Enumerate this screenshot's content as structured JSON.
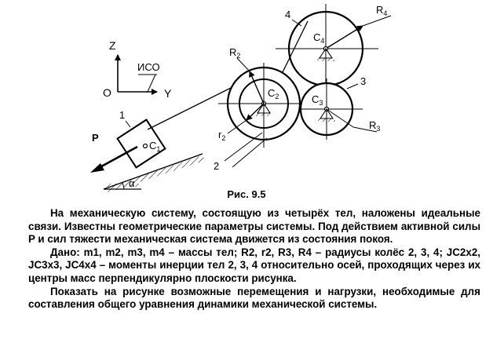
{
  "figure": {
    "labels": {
      "axis_z": "Z",
      "axis_y": "Y",
      "origin": "O",
      "frame": "ИСО",
      "force": "P",
      "alpha": "α",
      "body1": "1",
      "c1": "C",
      "c1_sub": "1",
      "body2": "2",
      "c2": "C",
      "c2_sub": "2",
      "R2": "R",
      "R2_sub": "2",
      "r2": "r",
      "r2_sub": "2",
      "body3": "3",
      "c3": "C",
      "c3_sub": "3",
      "R3": "R",
      "R3_sub": "3",
      "body4": "4",
      "c4": "C",
      "c4_sub": "4",
      "R4": "R",
      "R4_sub": "4"
    },
    "caption": "Рис. 9.5"
  },
  "text": {
    "p1": "На механическую систему, состоящую из четырёх тел, наложены идеальные связи. Известны геометрические параметры системы. Под действием активной силы P и сил тяжести механическая система движется из состояния покоя.",
    "p2": "Дано: m1, m2, m3, m4 – массы тел; R2, r2, R3, R4 – радиусы колёс 2, 3, 4; JC2x2, JC3x3, JC4x4 – моменты инерции тел 2, 3, 4 относительно осей, проходящих через их центры масс перпендикулярно плоскости рисунка.",
    "p3": "Показать на рисунке возможные перемещения и нагрузки, необходимые для составления общего уравнения динамики механической системы."
  }
}
